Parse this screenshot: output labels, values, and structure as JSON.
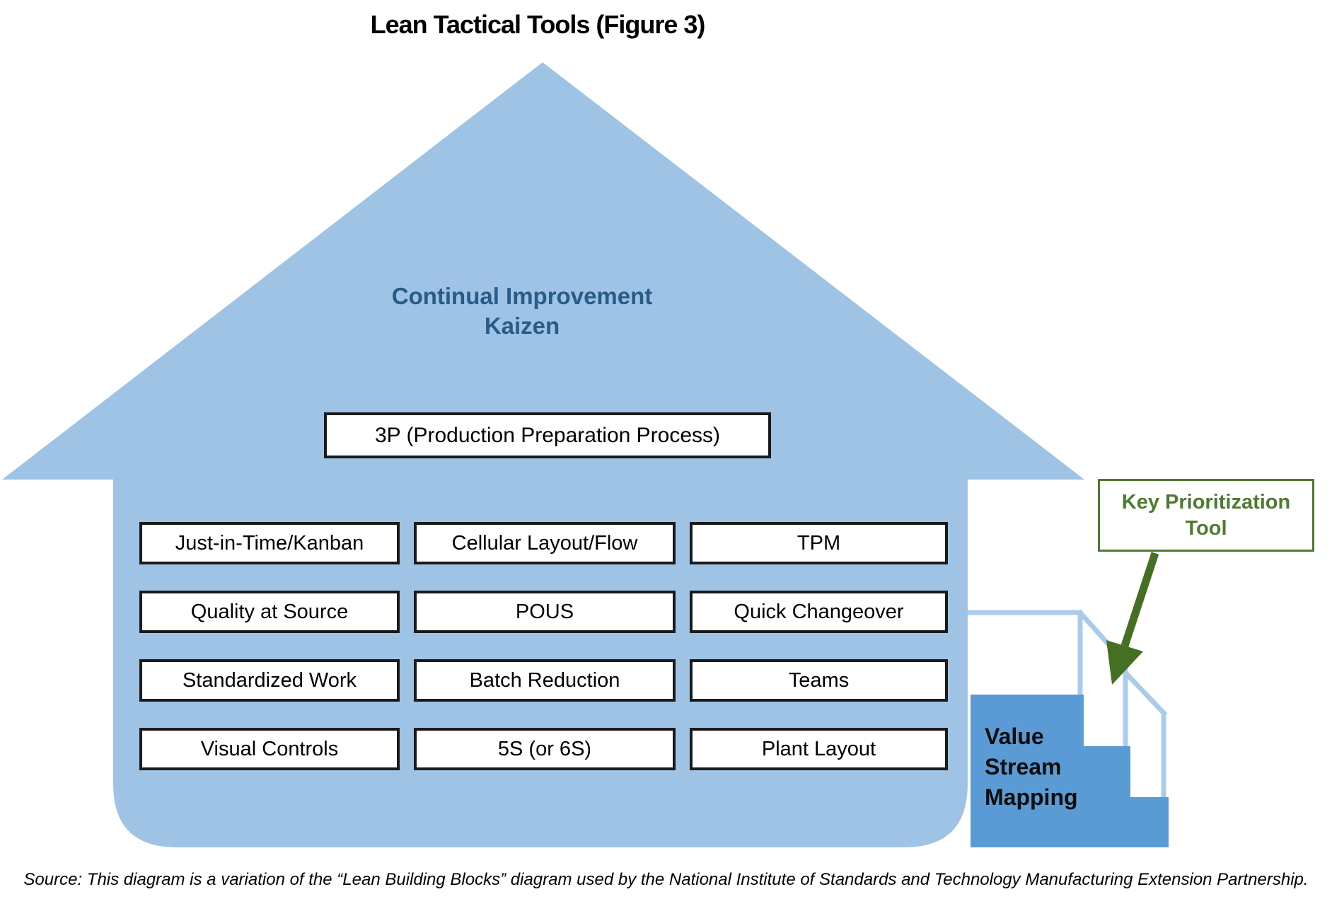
{
  "title": "Lean Tactical Tools (Figure 3)",
  "roof": {
    "line1": "Continual Improvement",
    "line2": "Kaizen"
  },
  "top_tool": "3P (Production Preparation Process)",
  "tools": [
    "Just-in-Time/Kanban",
    "Cellular Layout/Flow",
    "TPM",
    "Quality at Source",
    "POUS",
    "Quick Changeover",
    "Standardized Work",
    "Batch Reduction",
    "Teams",
    "Visual Controls",
    "5S (or 6S)",
    "Plant Layout"
  ],
  "stairs_label": "Value Stream Mapping",
  "callout": {
    "label": "Key Prioritization Tool"
  },
  "source": "Source: This diagram is a variation of the “Lean Building Blocks” diagram used by the National Institute of Standards and Technology Manufacturing Extension Partnership.",
  "colors": {
    "house_blue": "#9FC3E5",
    "stairs_blue": "#5B9BD5",
    "roof_text_blue": "#275D87",
    "callout_green": "#4E7B31",
    "arrow_green": "#456F23",
    "railing_blue": "#A9CCEA",
    "box_border": "#1a1a1a",
    "text_black": "#000000"
  }
}
